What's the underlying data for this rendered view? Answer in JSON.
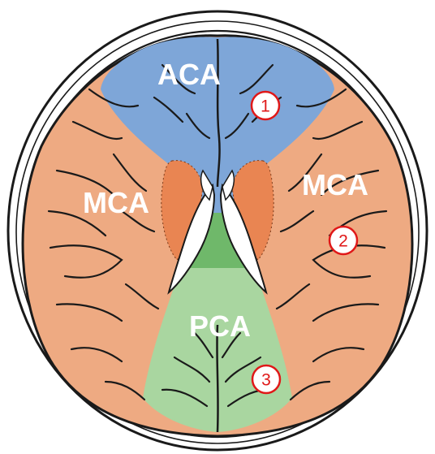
{
  "colors": {
    "aca": "#7ea6d8",
    "mca": "#eeaa82",
    "pca": "#a9d6a0",
    "basal_ganglia": "#e98552",
    "midline_green": "#6fb86a",
    "outline": "#1a1a1a",
    "marker_red": "#e01818"
  },
  "regions": [
    {
      "id": "aca",
      "label": "ACA"
    },
    {
      "id": "mca-left",
      "label": "MCA"
    },
    {
      "id": "mca-right",
      "label": "MCA"
    },
    {
      "id": "pca",
      "label": "PCA"
    }
  ],
  "markers": [
    {
      "number": "1",
      "territory": "aca"
    },
    {
      "number": "2",
      "territory": "mca-right"
    },
    {
      "number": "3",
      "territory": "pca"
    }
  ]
}
